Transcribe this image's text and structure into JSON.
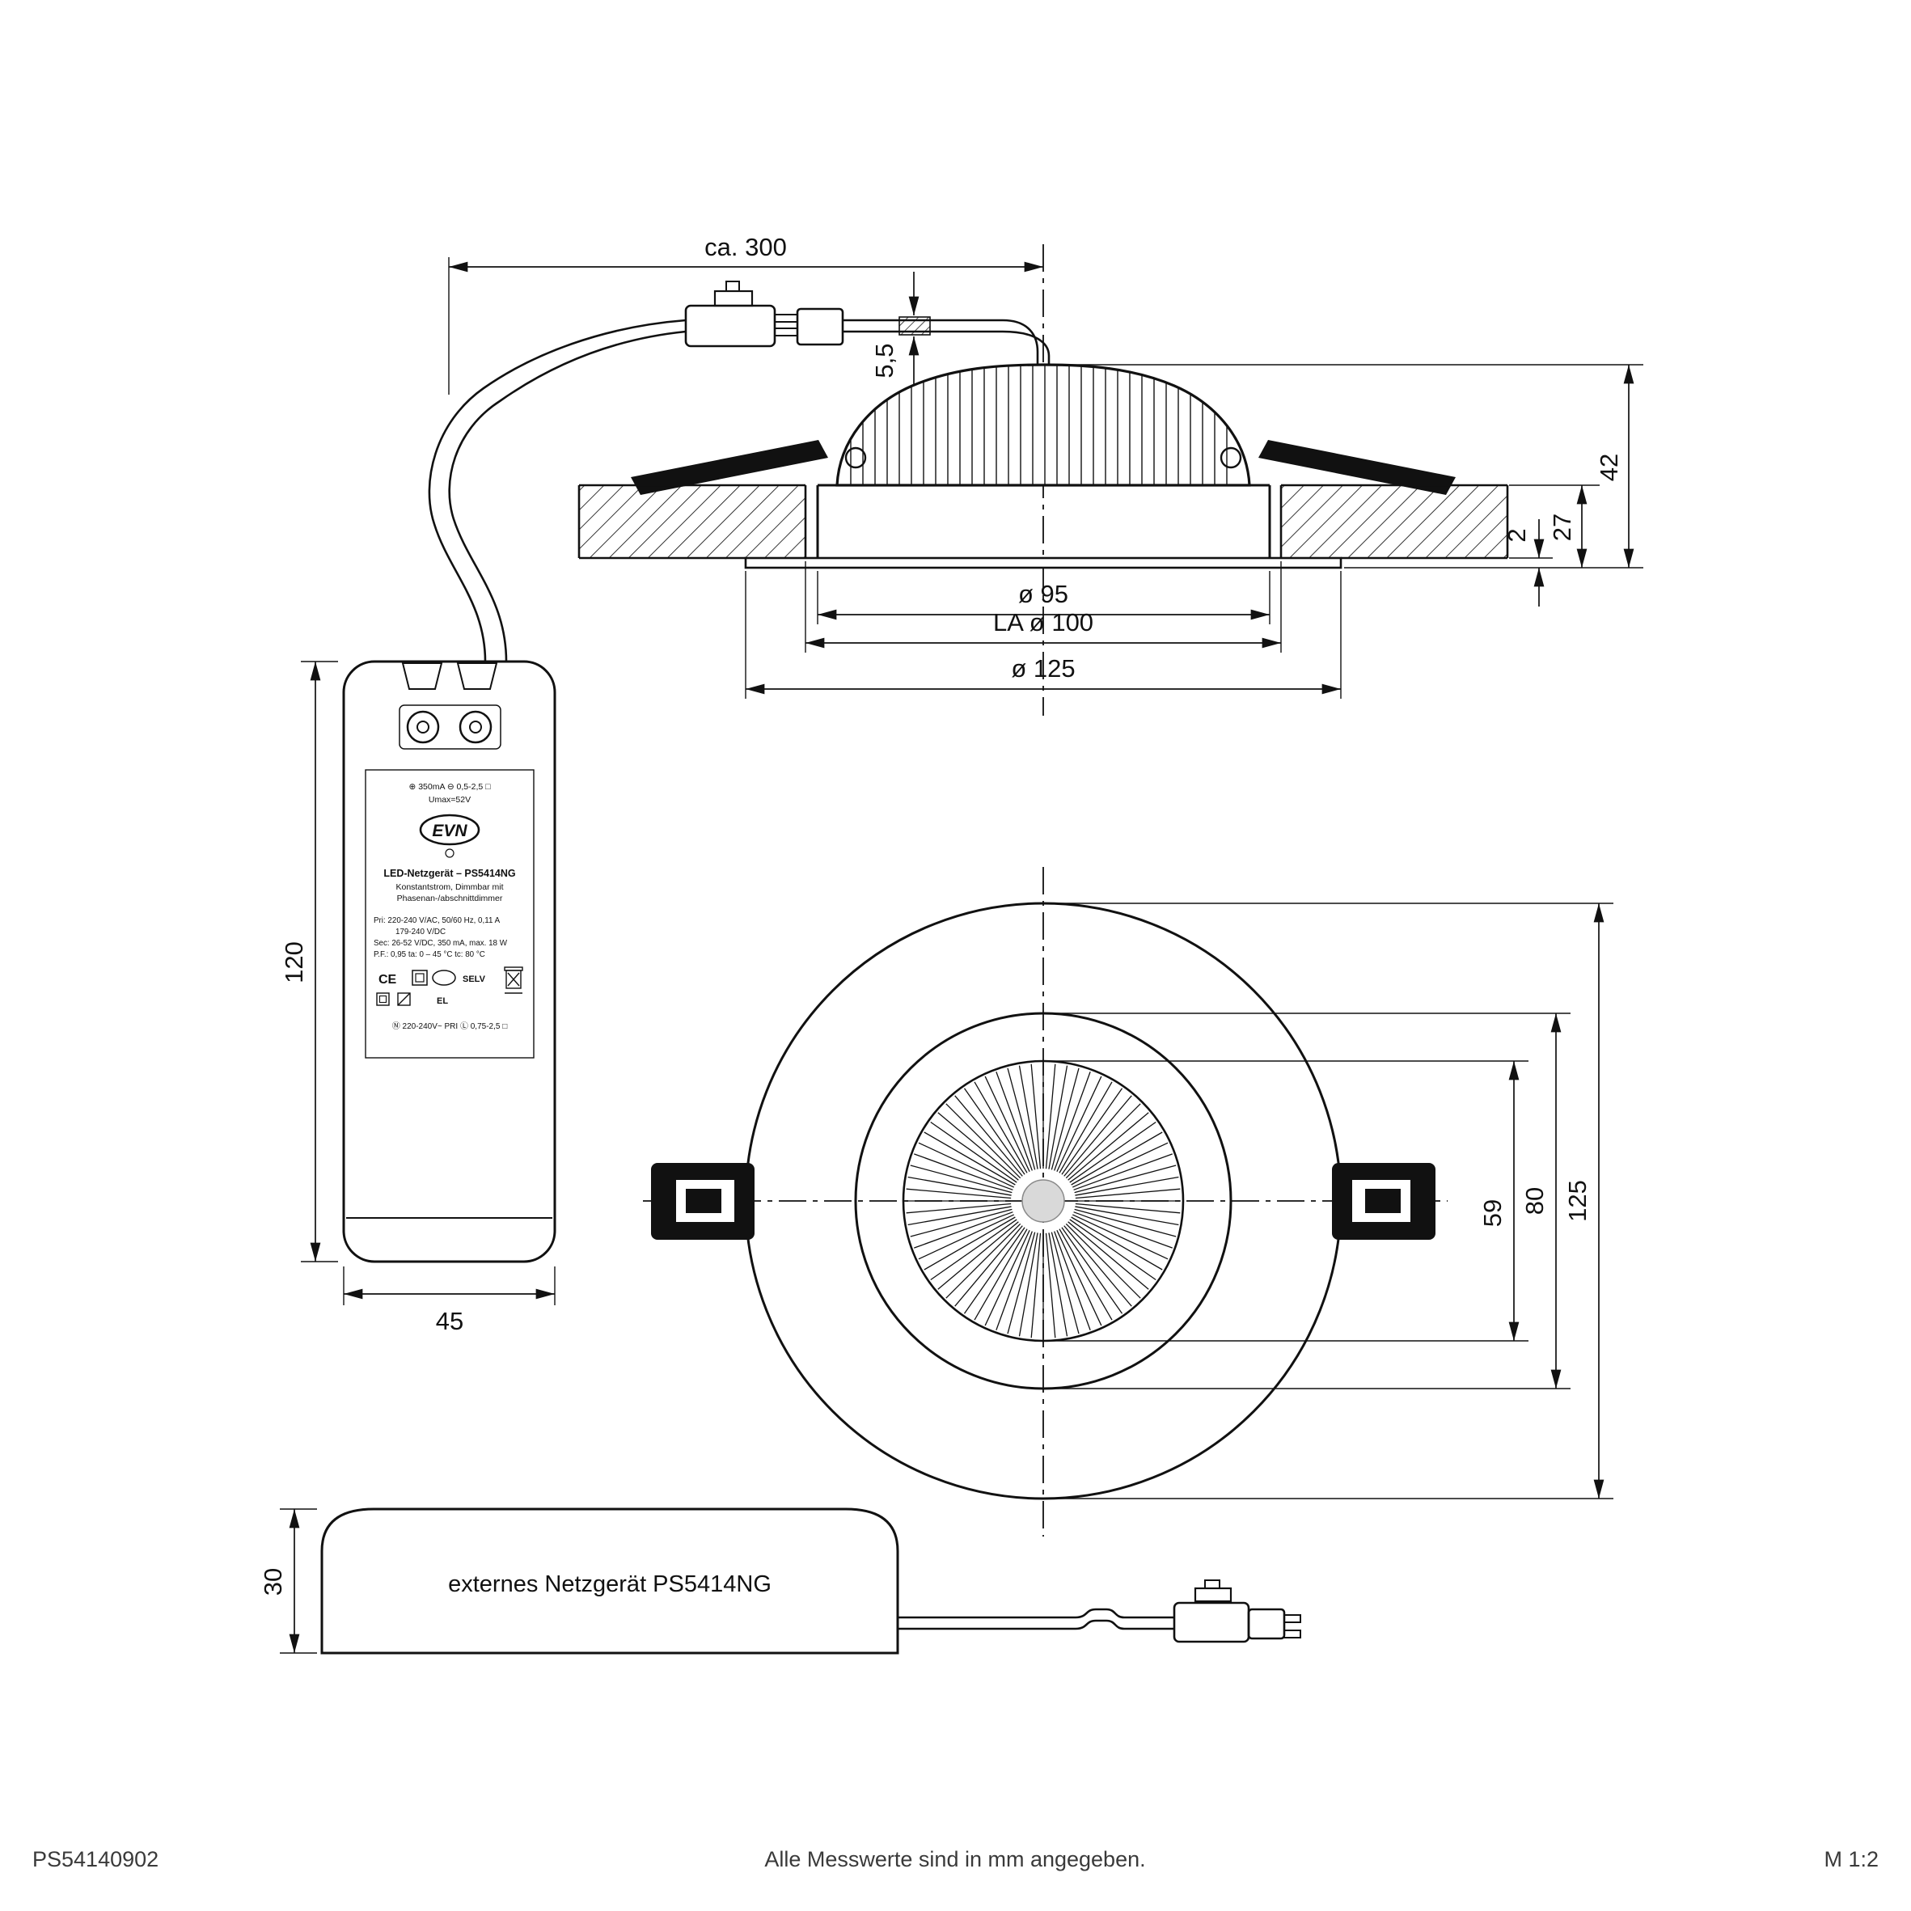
{
  "footer": {
    "doc_number": "PS54140902",
    "note": "Alle Messwerte sind in mm angegeben.",
    "scale": "M 1:2"
  },
  "side_view": {
    "dim_cable_length": "ca. 300",
    "dim_cable_dia": "5,5",
    "dim_height_total": "42",
    "dim_height_recessed": "27",
    "dim_trim_height": "2",
    "dim_dia_body": "ø 95",
    "dim_dia_cutout": "LA ø 100",
    "dim_dia_trim": "ø 125"
  },
  "plan_view": {
    "dim_dia_aperture": "59",
    "dim_dia_inner": "80",
    "dim_dia_outer": "125"
  },
  "driver": {
    "dim_height": "120",
    "dim_width": "45",
    "terminals_line1": "⊕ 350mA ⊖  0,5-2,5 □",
    "terminals_line2": "Umax=52V",
    "brand": "EVN",
    "title": "LED-Netzgerät – PS5414NG",
    "subtitle1": "Konstantstrom, Dimmbar mit",
    "subtitle2": "Phasenan-/abschnittdimmer",
    "spec_pri1": "Pri:  220-240 V/AC, 50/60 Hz, 0,11 A",
    "spec_pri2": "179-240 V/DC",
    "spec_sec": "Sec: 26-52 V/DC, 350 mA,  max. 18 W",
    "spec_misc": "P.F.:  0,95    ta: 0 – 45 °C    tc: 80 °C",
    "cert_ce": "CE",
    "cert_selv": "SELV",
    "cert_row2": "EL",
    "bottom_line": "Ⓝ 220-240V~ PRI      Ⓛ 0,75-2,5 □"
  },
  "external_psu": {
    "dim_height": "30",
    "label": "externes Netzgerät  PS5414NG"
  }
}
